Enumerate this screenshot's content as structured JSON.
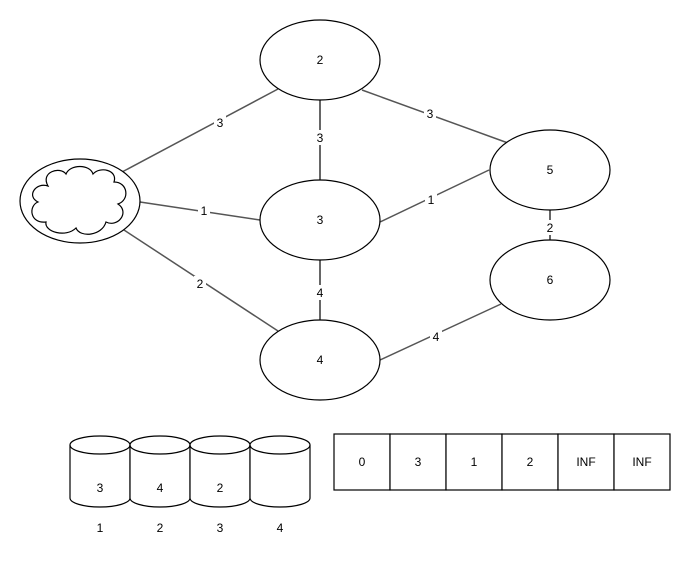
{
  "graph": {
    "nodes": [
      {
        "id": "cloud",
        "label": ""
      },
      {
        "id": "n2",
        "label": "2"
      },
      {
        "id": "n3",
        "label": "3"
      },
      {
        "id": "n4",
        "label": "4"
      },
      {
        "id": "n5",
        "label": "5"
      },
      {
        "id": "n6",
        "label": "6"
      }
    ],
    "edges": [
      {
        "from": "cloud",
        "to": "n2",
        "label": "3"
      },
      {
        "from": "cloud",
        "to": "n3",
        "label": "1"
      },
      {
        "from": "cloud",
        "to": "n4",
        "label": "2"
      },
      {
        "from": "n2",
        "to": "n3",
        "label": "3"
      },
      {
        "from": "n2",
        "to": "n5",
        "label": "3"
      },
      {
        "from": "n3",
        "to": "n5",
        "label": "1"
      },
      {
        "from": "n3",
        "to": "n4",
        "label": "4"
      },
      {
        "from": "n5",
        "to": "n6",
        "label": "2"
      },
      {
        "from": "n4",
        "to": "n6",
        "label": "4"
      }
    ]
  },
  "queue": {
    "values": [
      "3",
      "4",
      "2",
      ""
    ],
    "indices": [
      "1",
      "2",
      "3",
      "4"
    ]
  },
  "distance_table": {
    "values": [
      "0",
      "3",
      "1",
      "2",
      "INF",
      "INF"
    ]
  }
}
